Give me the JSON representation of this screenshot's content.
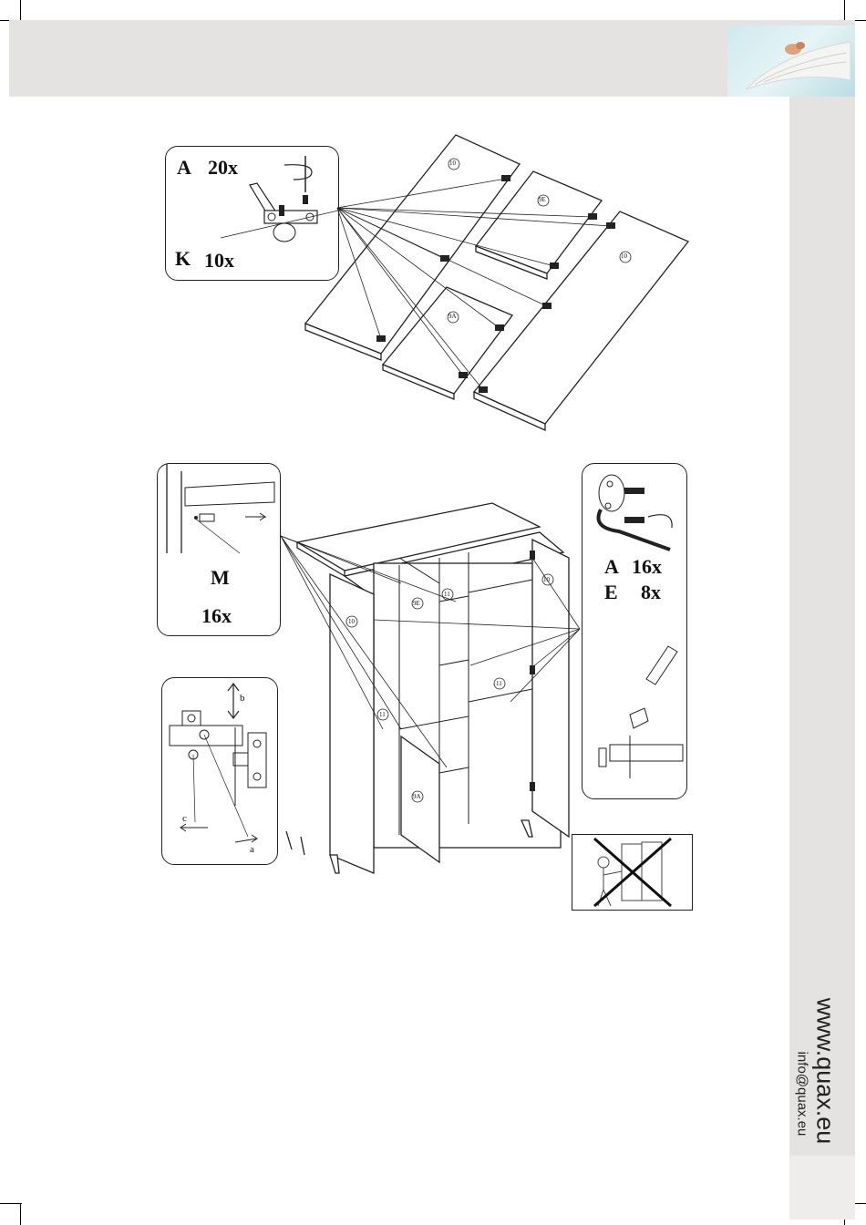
{
  "step1": {
    "hinge_label_a": "A",
    "hinge_count_a": "20x",
    "screw_label_k": "K",
    "screw_count_k": "10x",
    "panel_numbers": [
      "10",
      "9E",
      "10",
      "9A"
    ]
  },
  "step2": {
    "pin_label": "M",
    "pin_count": "16x",
    "hinge_label_a": "A",
    "hinge_count_a": "16x",
    "screw_label_e": "E",
    "screw_count_e": "8x",
    "hinge_adjust_letters": [
      "b",
      "c",
      "a"
    ],
    "panel_numbers": [
      "10",
      "9E",
      "10",
      "11",
      "11",
      "9A",
      "11"
    ]
  },
  "footer": {
    "website": "www.quax.eu",
    "email": "info@quax.eu"
  }
}
